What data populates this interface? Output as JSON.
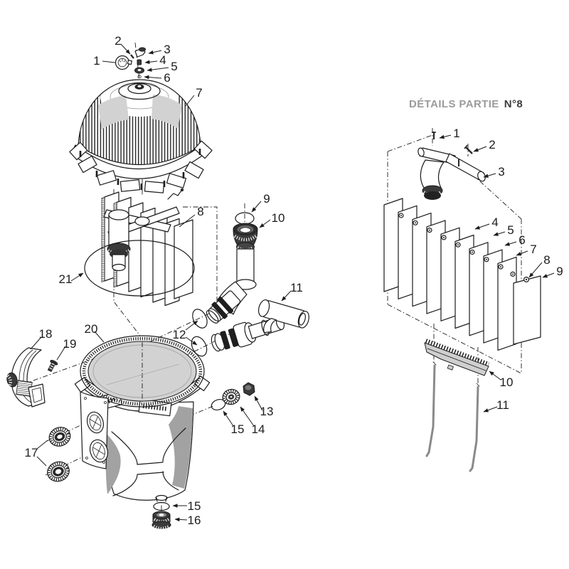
{
  "detail_view_title": {
    "regular": "DÉTAILS PARTIE",
    "bold": "N°8"
  },
  "colors": {
    "line": "#1c1c1c",
    "shade_light": "#d2d2d2",
    "shade_mid": "#a2a2a2",
    "dark_fill": "#3a3a3a",
    "title_gray": "#9b9b9b",
    "title_dark": "#3c3c3c"
  },
  "main_view": {
    "callouts": {
      "c1": "1",
      "c2": "2",
      "c3": "3",
      "c4": "4",
      "c5": "5",
      "c6": "6",
      "c7": "7",
      "c8": "8",
      "c9": "9",
      "c10": "10",
      "c11": "11",
      "c12": "12",
      "c13": "13",
      "c14": "14",
      "c15": "15",
      "c15b": "15",
      "c16": "16",
      "c17": "17",
      "c18": "18",
      "c19": "19",
      "c20": "20",
      "c21": "21"
    }
  },
  "detail_view": {
    "callouts": {
      "d1": "1",
      "d2": "2",
      "d3": "3",
      "d4": "4",
      "d5": "5",
      "d6": "6",
      "d7": "7",
      "d8": "8",
      "d9": "9",
      "d10": "10",
      "d11": "11"
    }
  }
}
